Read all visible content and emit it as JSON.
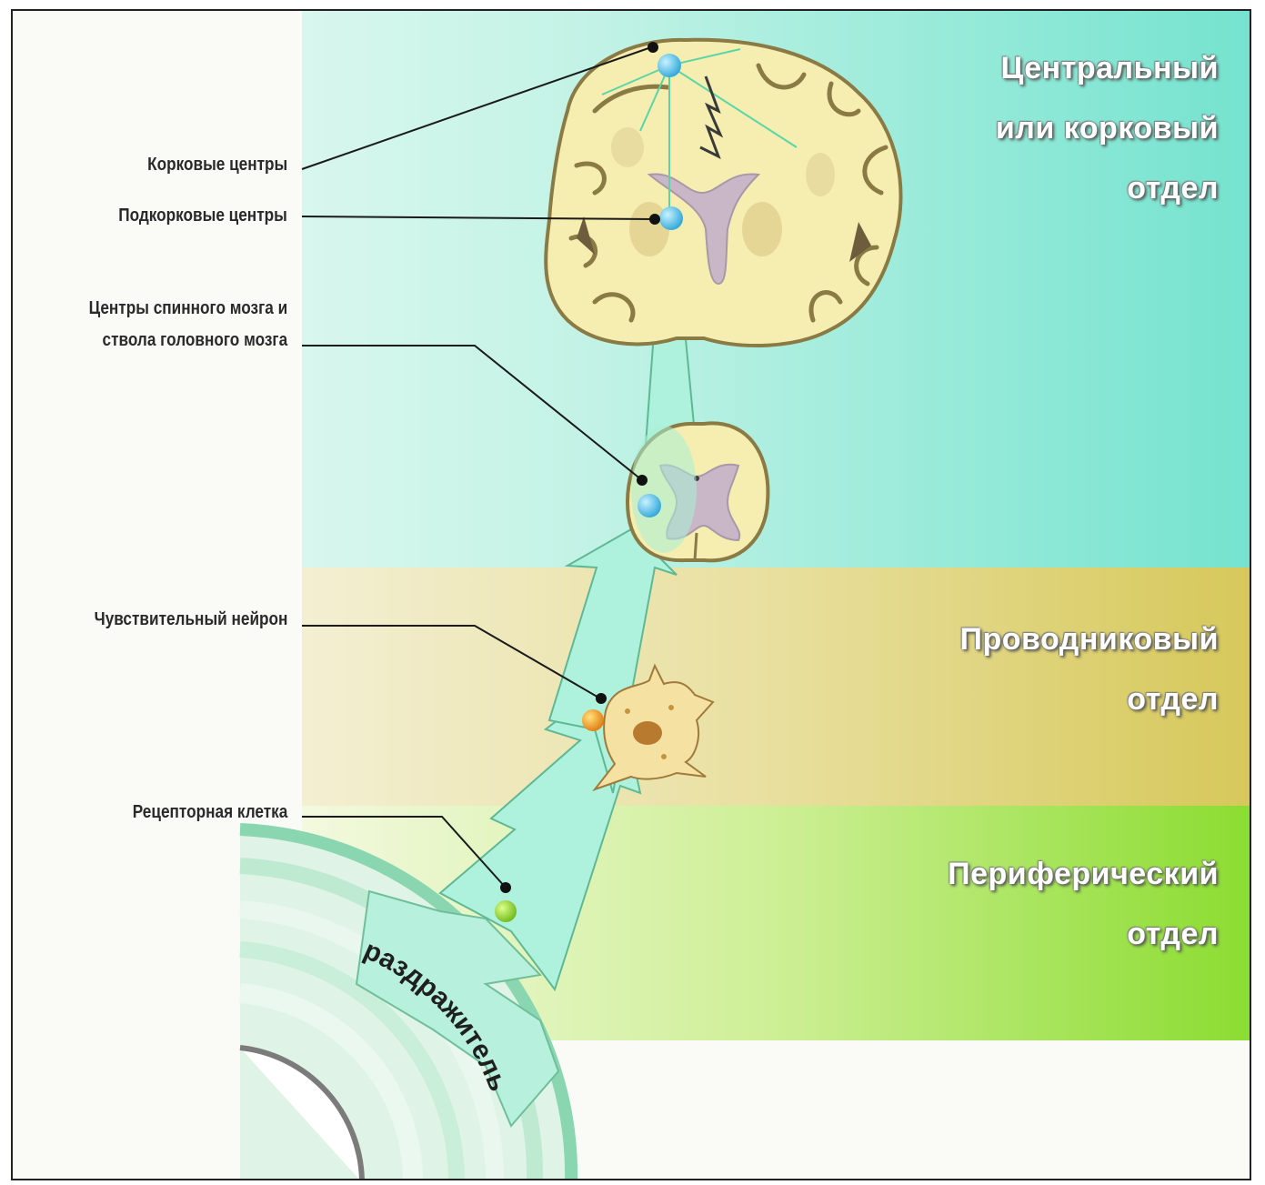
{
  "zones": {
    "central": [
      "Центральный",
      "или корковый",
      "отдел"
    ],
    "conductive": [
      "Проводниковый",
      "отдел"
    ],
    "peripheral": [
      "Периферический",
      "отдел"
    ]
  },
  "labels": {
    "cortical": "Корковые центры",
    "subcortical": "Подкорковые центры",
    "spinal_line1": "Центры спинного мозга и",
    "spinal_line2": "ствола головного мозга",
    "sensory_neuron": "Чувствительный нейрон",
    "receptor": "Рецепторная клетка"
  },
  "stimulus": "раздражитель",
  "colors": {
    "central_zone": "#7fe6d2",
    "conductive_zone": "#d7cb6a",
    "peripheral_zone": "#8edd3a",
    "pathway": "#a8f0d8",
    "brain": "#f6edb0",
    "nucleus": "#3fb6e3"
  }
}
